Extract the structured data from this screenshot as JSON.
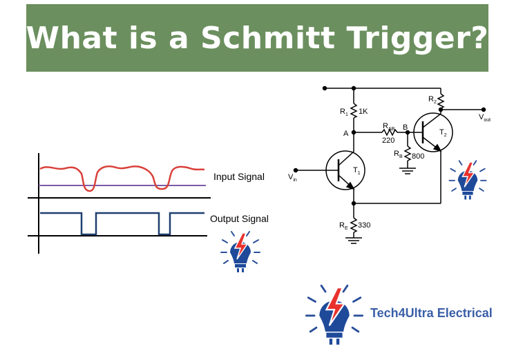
{
  "header": {
    "title": "What is a Schmitt Trigger?",
    "background_color": "#6b8f5e"
  },
  "waveforms": {
    "input_label": "Input Signal",
    "output_label": "Output Signal",
    "input_color": "#d9403a",
    "threshold_color": "#7b5aa6",
    "output_color": "#1f3f6e"
  },
  "circuit": {
    "r1_label": "R",
    "r1_sub": "1",
    "r1_value": "1K",
    "r2_label": "R",
    "r2_sub": "2",
    "rab_label": "R",
    "rab_sub": "AB",
    "rab_value": "220",
    "rb_label": "R",
    "rb_sub": "B",
    "rb_value": "800",
    "re_label": "R",
    "re_sub": "E",
    "re_value": "330",
    "node_a": "A",
    "node_b": "B",
    "t1_label": "T",
    "t1_sub": "1",
    "t2_label": "T",
    "t2_sub": "2",
    "vin_label": "V",
    "vin_sub": "in",
    "vout_label": "V",
    "vout_sub": "out"
  },
  "brand": {
    "name": "Tech4Ultra Electrical",
    "color": "#3a5fa8",
    "logo_icon": "lightbulb-bolt-icon"
  }
}
